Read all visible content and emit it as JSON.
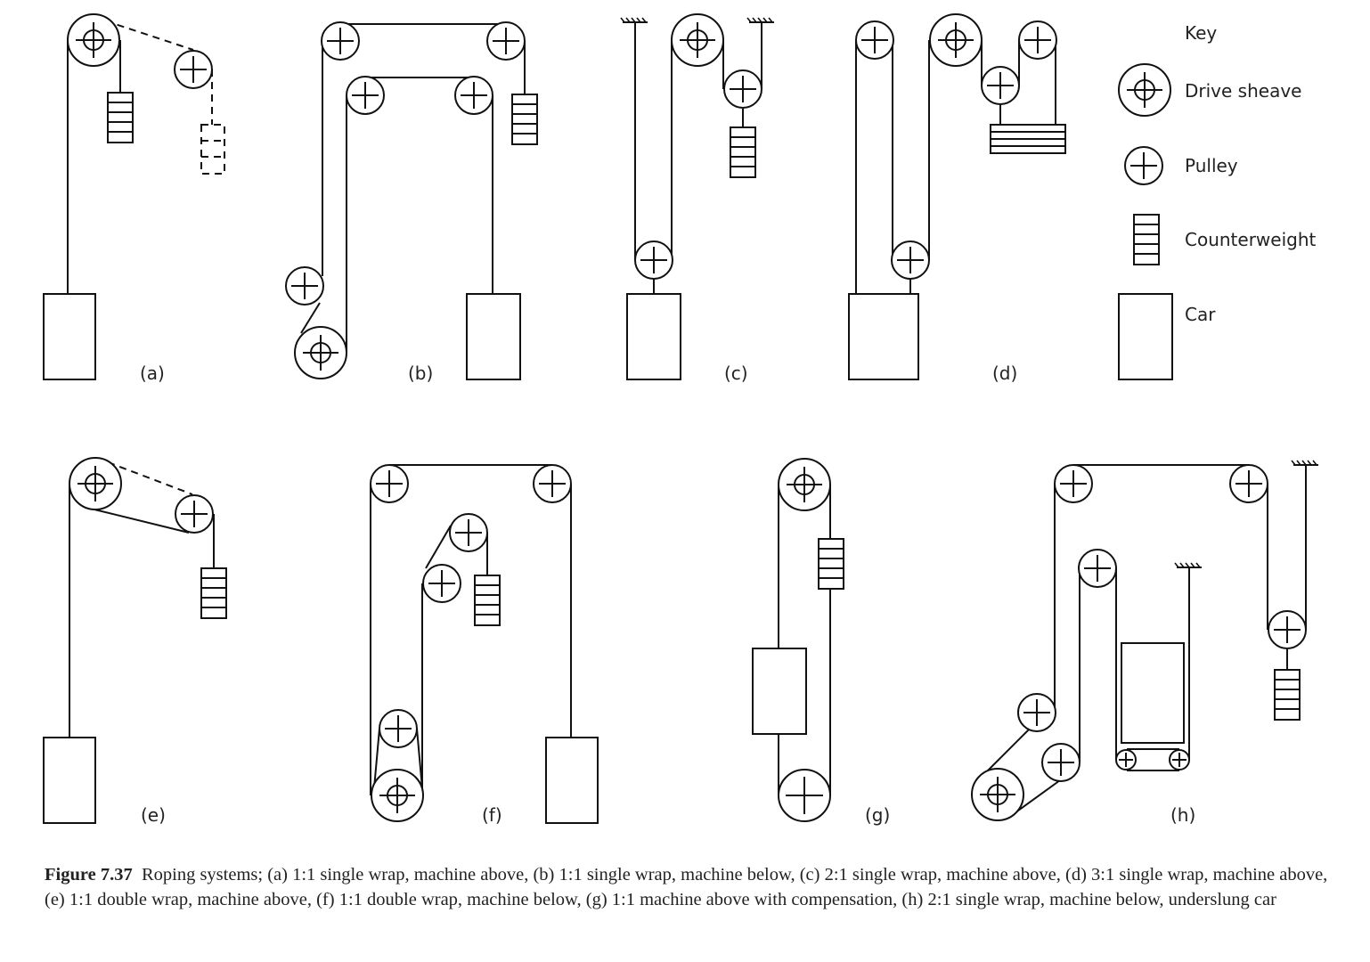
{
  "key": {
    "title": "Key",
    "items": [
      {
        "icon": "drive-sheave-icon",
        "label": "Drive sheave"
      },
      {
        "icon": "pulley-icon",
        "label": "Pulley"
      },
      {
        "icon": "counterweight-icon",
        "label": "Counterweight"
      },
      {
        "icon": "car-icon",
        "label": "Car"
      }
    ]
  },
  "panels": {
    "a": "(a)",
    "b": "(b)",
    "c": "(c)",
    "d": "(d)",
    "e": "(e)",
    "f": "(f)",
    "g": "(g)",
    "h": "(h)"
  },
  "caption": {
    "label": "Figure 7.37",
    "text": "Roping systems; (a) 1:1 single wrap, machine above, (b) 1:1 single wrap, machine below, (c) 2:1 single wrap, machine above, (d) 3:1 single wrap, machine above, (e) 1:1 double wrap, machine above, (f) 1:1 double wrap, machine below, (g) 1:1 machine above with compensation, (h) 2:1 single wrap, machine below, underslung car"
  }
}
